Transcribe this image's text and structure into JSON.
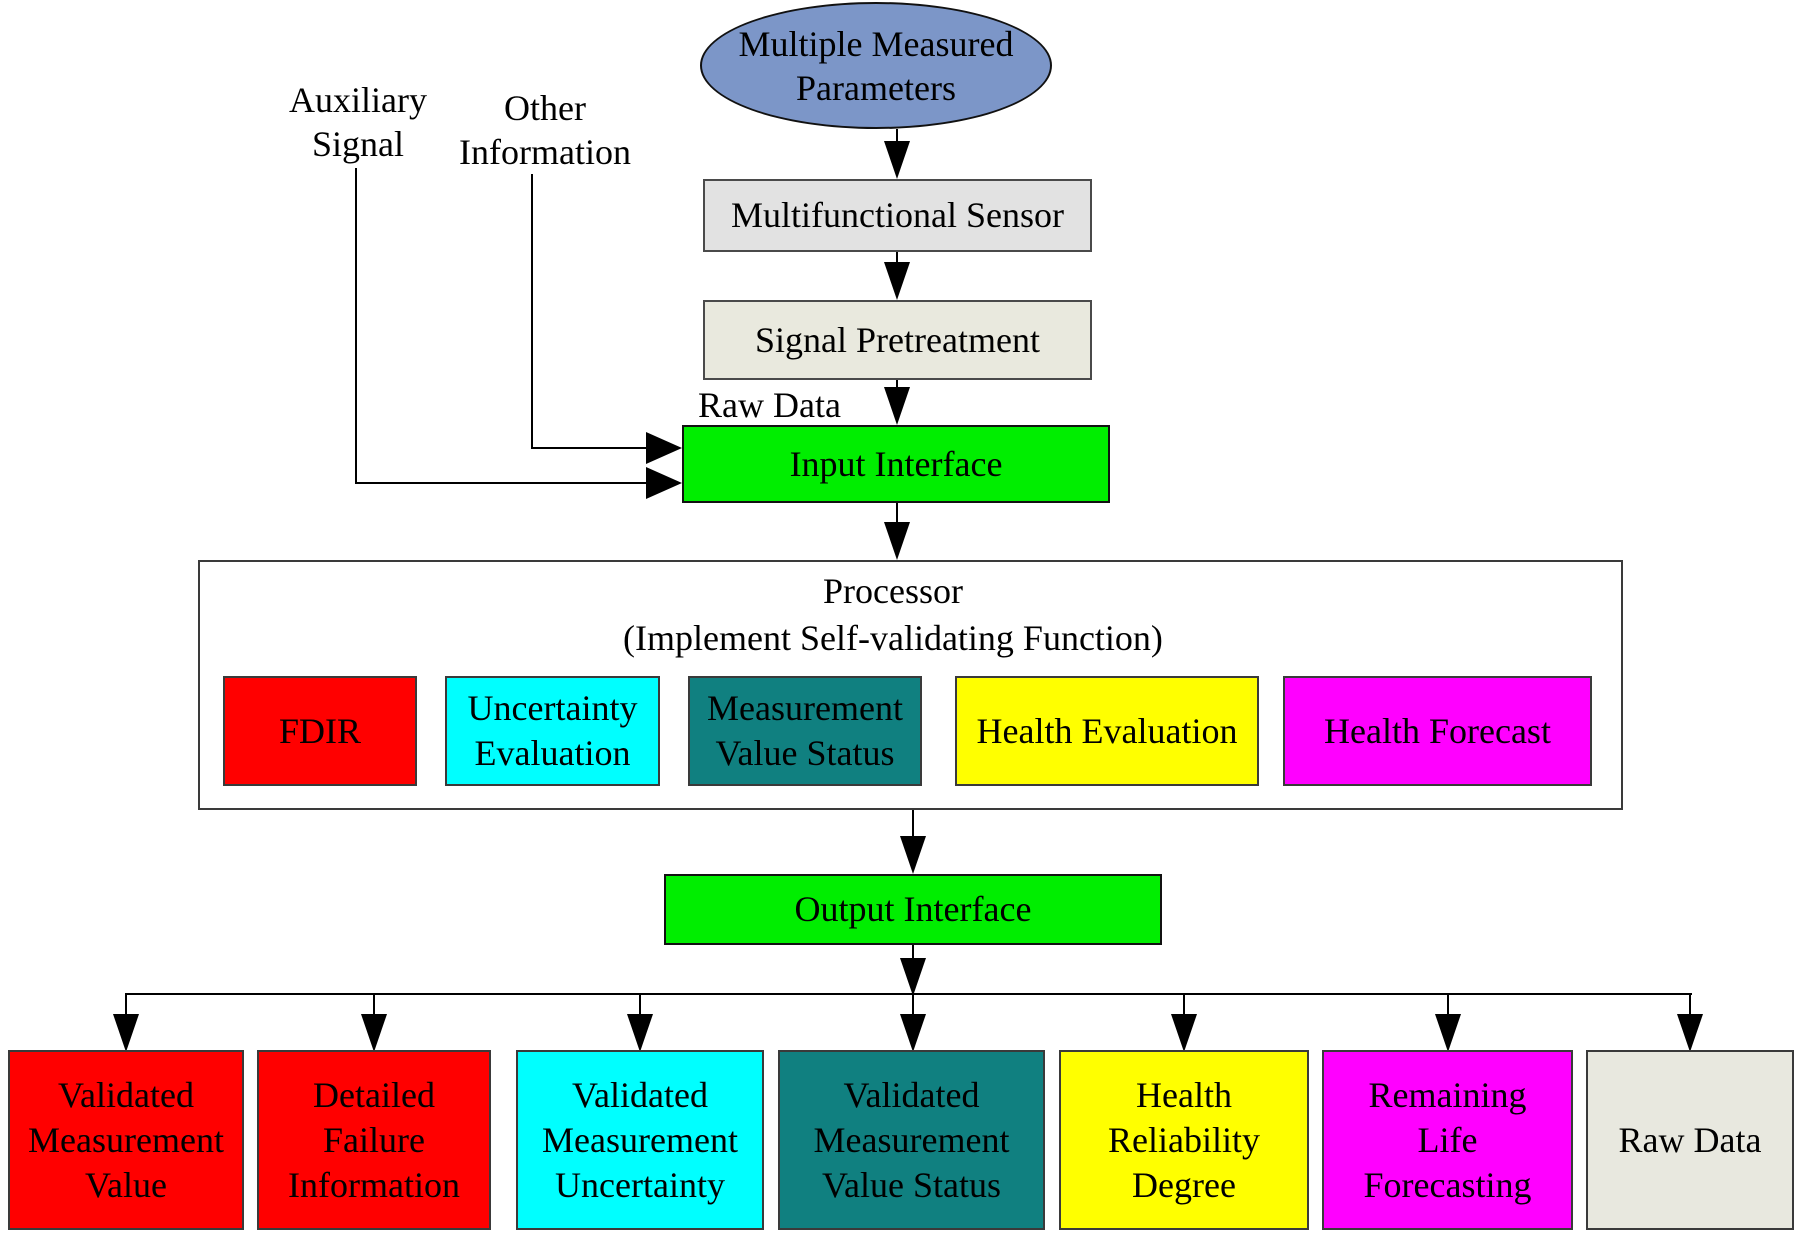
{
  "diagram": {
    "top": {
      "source_label": "Multiple Measured Parameters",
      "sensor_label": "Multifunctional Sensor",
      "pretreatment_label": "Signal Pretreatment",
      "raw_data_label": "Raw Data",
      "aux_signal_label": "Auxiliary Signal",
      "other_info_label": "Other Information",
      "input_interface_label": "Input Interface"
    },
    "processor": {
      "title": "Processor",
      "subtitle": "(Implement Self-validating Function)",
      "modules": [
        {
          "label": "FDIR",
          "color": "#ff0000"
        },
        {
          "label": "Uncertainty Evaluation",
          "color": "#00ffff"
        },
        {
          "label": "Measurement Value Status",
          "color": "#108080"
        },
        {
          "label": "Health Evaluation",
          "color": "#ffff00"
        },
        {
          "label": "Health Forecast",
          "color": "#ff00ff"
        }
      ]
    },
    "output_interface_label": "Output Interface",
    "outputs": [
      {
        "label": "Validated Measurement Value",
        "color": "#ff0000"
      },
      {
        "label": "Detailed Failure Information",
        "color": "#ff0000"
      },
      {
        "label": "Validated Measurement Uncertainty",
        "color": "#00ffff"
      },
      {
        "label": "Validated Measurement Value Status",
        "color": "#108080"
      },
      {
        "label": "Health Reliability Degree",
        "color": "#ffff00"
      },
      {
        "label": "Remaining Life Forecasting",
        "color": "#ff00ff"
      },
      {
        "label": "Raw Data",
        "color": "#e8e8df"
      }
    ],
    "colors": {
      "source_fill": "#7c96c8",
      "sensor_fill": "#e2e2e2",
      "pretreatment_fill": "#e9e9de",
      "interface_fill": "#00ee00",
      "processor_fill": "#ffffff",
      "line": "#000000"
    }
  }
}
